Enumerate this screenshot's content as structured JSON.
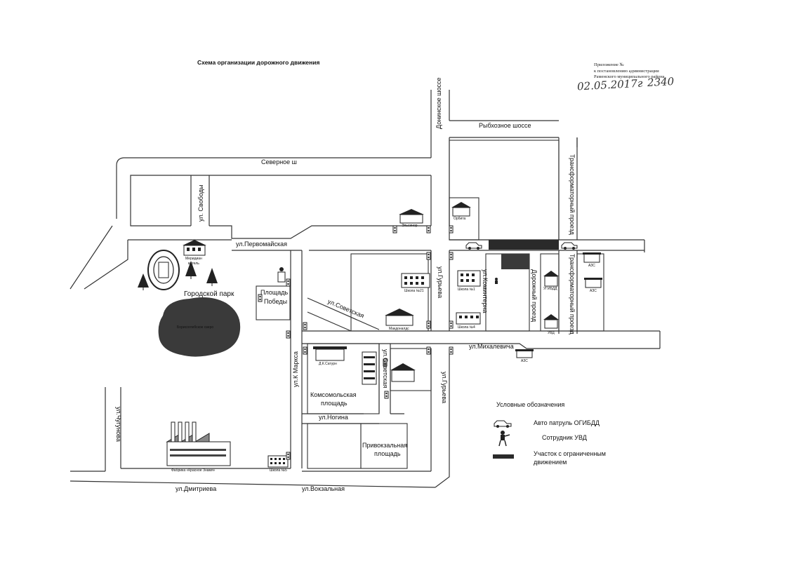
{
  "header": {
    "title": "Схема организации дорожного движения",
    "appendix_line1": "Приложение №",
    "appendix_line2": "к постановлению  администрации",
    "appendix_line3": "Раменского муниципального района",
    "date_handwritten": "02.05.2017г",
    "number_handwritten": "2340"
  },
  "streets": {
    "severnoe": "Северное ш",
    "rybhoznoe": "Рыбхозное шоссе",
    "doninskoe": "Донинское шоссе",
    "svobody": "ул. Свободы",
    "pervomayskaya": "ул.Первомайская",
    "sovetskaya_diag": "ул.Советская",
    "guryeva_top": "ул.Гурьева",
    "kominterna": "ул.Коминтерна",
    "dorozhny": "Дорожный проезд",
    "transformator_top": "Трансформаторный проезд",
    "transformator_bottom": "Трансформаторный проезд",
    "kmarksa": "ул.К Маркса",
    "sovetskaya_vert": "ул.Советская",
    "guryeva_bottom": "ул.Гурьева",
    "mikhalevicha": "ул.Михалевича",
    "nogina": "ул.Ногина",
    "chugunova": "ул.Чугунова",
    "dmitrieva": "ул.Дмитриева",
    "vokzalnaya": "ул.Вокзальная"
  },
  "places": {
    "gorodskoy_park": "Городской парк",
    "ploshchad_pobedy_1": "Площадь",
    "ploshchad_pobedy_2": "Победы",
    "komsomolskaya_1": "Комсомольская",
    "komsomolskaya_2": "площадь",
    "privokzalnaya_1": "Привокзальная",
    "privokzalnaya_2": "площадь",
    "lake": "Борисоглебское озеро"
  },
  "buildings": {
    "meridian": "Меридиан",
    "vitel": "витель",
    "elsinor": "Эльсинор",
    "orbita": "Орбита",
    "shkola_21": "Школа №21",
    "shkola_1": "Школа №1",
    "shkola_4": "Школа №4",
    "shkola_5": "Школа №5",
    "makdonalds": "Макдоналдс",
    "dk_saturn": "Д.К.Сатурн",
    "uvd": "УВД",
    "ugibdd": "УГИБДД",
    "azs": "АЗС",
    "fabrika": "Фабрика «Красное Знамя»"
  },
  "legend": {
    "title": "Условные обозначения",
    "patrol": "Авто патруль ОГИБДД",
    "officer": "Сотрудник УВД",
    "restricted_1": "Участок с ограниченным",
    "restricted_2": "движением"
  },
  "icons": {
    "patrol_car": "patrol-car-icon",
    "officer": "police-officer-icon",
    "traffic_light": "traffic-light-icon",
    "building": "building-icon",
    "tree": "tree-icon",
    "stadium": "stadium-icon",
    "factory": "factory-icon"
  },
  "colors": {
    "restricted": "#2a2a2a",
    "lake": "#3a3a3a",
    "ink": "#333333"
  }
}
